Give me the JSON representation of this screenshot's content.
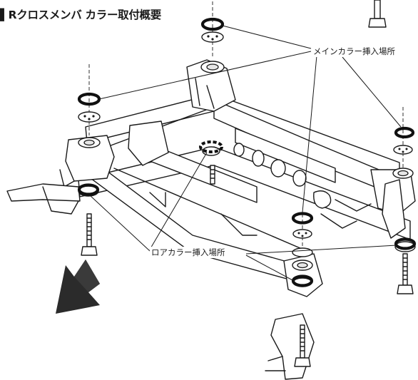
{
  "title": "▌Rクロスメンバ カラー取付概要",
  "callouts": {
    "main_collar": "メインカラー挿入場所",
    "lower_collar": "ロアカラー挿入場所"
  },
  "colors": {
    "line": "#1a1a1a",
    "arrow": "#2b2b2b",
    "background": "#ffffff"
  }
}
